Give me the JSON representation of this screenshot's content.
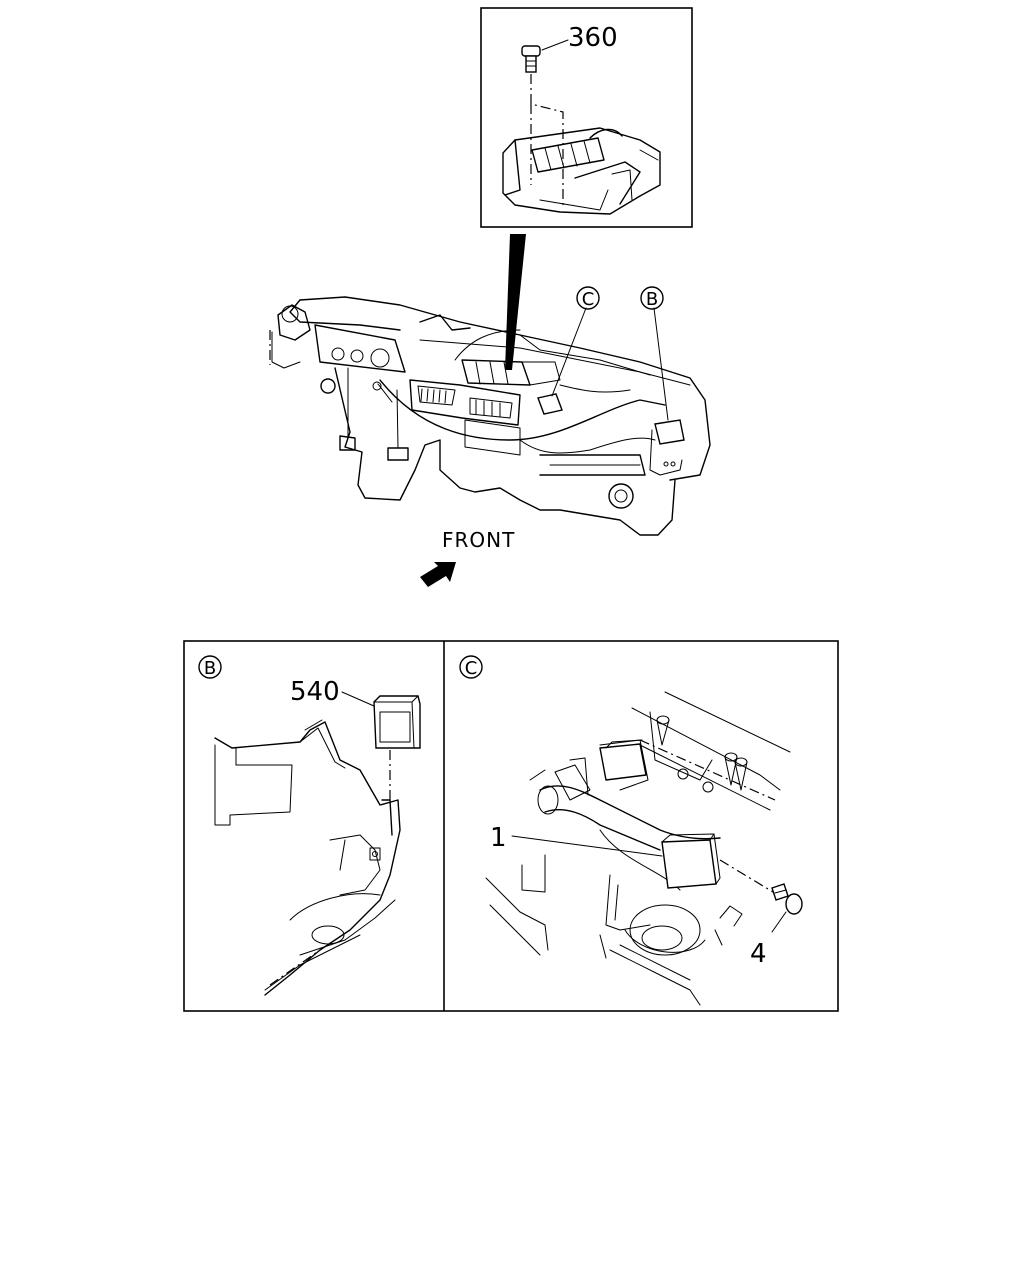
{
  "callouts": {
    "top_detail_part": "360",
    "detail_b_part": "540",
    "detail_c_part_relay": "1",
    "detail_c_part_bolt": "4"
  },
  "view_markers": {
    "b": "B",
    "c": "C"
  },
  "direction": {
    "label": "FRONT"
  }
}
